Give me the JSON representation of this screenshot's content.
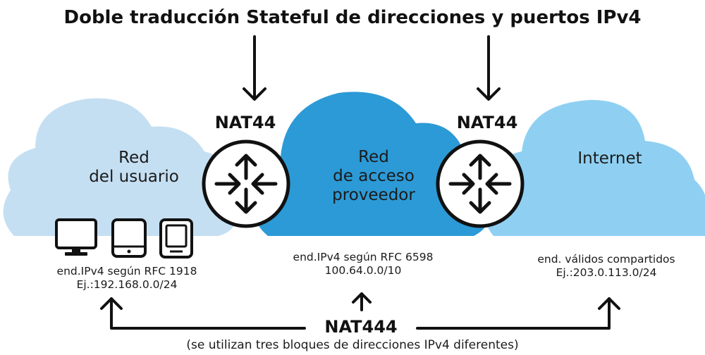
{
  "title": "Doble traducción Stateful de direcciones y puertos IPv4",
  "colors": {
    "user_cloud": "#c5dff2",
    "provider_cloud": "#2c9ad6",
    "internet_cloud": "#8fd0f2",
    "router_fill": "#ffffff",
    "ink": "#111111"
  },
  "nat_left": "NAT44",
  "nat_right": "NAT44",
  "user_network": {
    "line1": "Red",
    "line2": "del usuario"
  },
  "provider_network": {
    "line1": "Red",
    "line2": "de acceso",
    "line3": "proveedor"
  },
  "internet": {
    "label": "Internet"
  },
  "user_addr": {
    "line1": "end.IPv4 según RFC 1918",
    "line2": "Ej.:192.168.0.0/24"
  },
  "provider_addr": {
    "line1": "end.IPv4 según RFC 6598",
    "line2": "100.64.0.0/10"
  },
  "internet_addr": {
    "line1": "end. válidos compartidos",
    "line2": "Ej.:203.0.113.0/24"
  },
  "devices": [
    "monitor-icon",
    "tablet-icon",
    "ereader-icon"
  ],
  "nat444": "NAT444",
  "footnote": "(se utilizan tres bloques de direcciones IPv4 diferentes)"
}
